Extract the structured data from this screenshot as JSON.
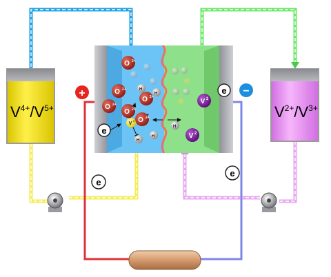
{
  "diagram": {
    "left_tank": {
      "label_base1": "V",
      "label_sup1": "4+",
      "label_sep": "/V",
      "label_sup2": "5+"
    },
    "right_tank": {
      "label_base1": "V",
      "label_sup1": "2+",
      "label_sep": "/V",
      "label_sup2": "3+"
    },
    "signs": {
      "positive": "+",
      "negative": "−"
    },
    "electron": "e",
    "ions": {
      "vo2": "O",
      "vo2_sup": "2+",
      "v": "V",
      "v_sup": "2",
      "v5": "V",
      "v5_sup": "5",
      "h": "H",
      "h_sup": "+"
    },
    "colors": {
      "left_electrolyte": "#6cc3f5",
      "right_electrolyte": "#8fe08a",
      "left_tank": "#f5e51b",
      "right_tank": "#ea8ff0",
      "pipe_left": "#1fa2e6",
      "pipe_right": "#6ee86a",
      "pipe_yellow": "#f5ec55",
      "pipe_pink": "#e8a6f2",
      "wire_red": "#e0303a",
      "wire_blue": "#7e86e6",
      "membrane": "#f07060",
      "load": "#d9a77e"
    }
  }
}
